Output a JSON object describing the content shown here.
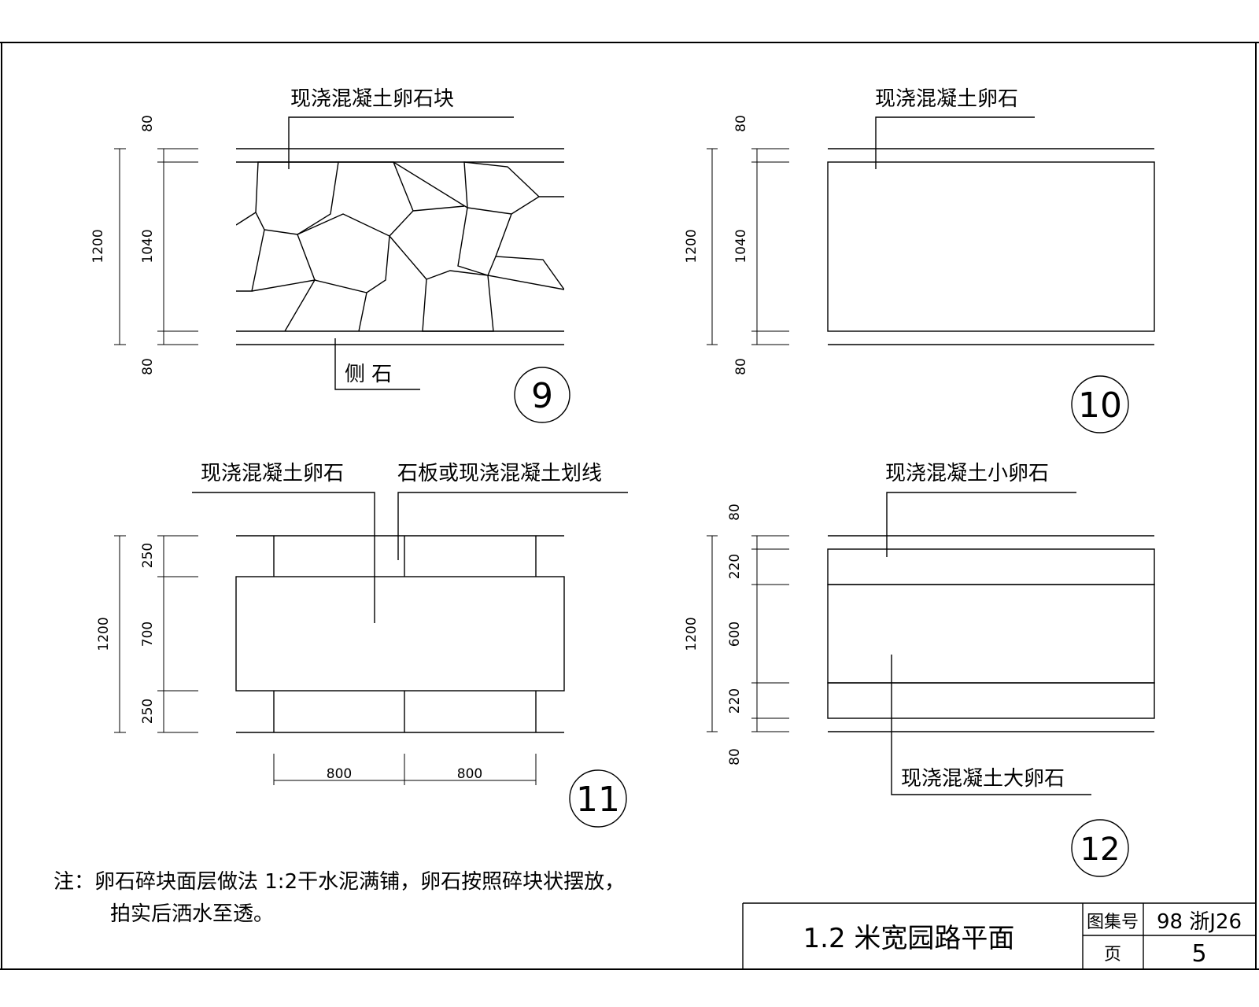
{
  "details": {
    "d9": {
      "number": "9",
      "label_top": "现浇混凝土卵石块",
      "label_bottom": "侧 石",
      "dims": {
        "total": "1200",
        "mid": "1040",
        "top": "80",
        "bottom": "80"
      }
    },
    "d10": {
      "number": "10",
      "label_top": "现浇混凝土卵石",
      "dims": {
        "total": "1200",
        "mid": "1040",
        "top": "80",
        "bottom": "80"
      }
    },
    "d11": {
      "number": "11",
      "label_left": "现浇混凝土卵石",
      "label_right": "石板或现浇混凝土划线",
      "dims": {
        "total": "1200",
        "top": "250",
        "mid": "700",
        "bottom": "250",
        "w1": "800",
        "w2": "800"
      }
    },
    "d12": {
      "number": "12",
      "label_top": "现浇混凝土小卵石",
      "label_bottom": "现浇混凝土大卵石",
      "dims": {
        "total": "1200",
        "top": "80",
        "a": "220",
        "mid": "600",
        "b": "220",
        "bottom": "80"
      }
    }
  },
  "note": {
    "line1": "注：卵石碎块面层做法 1:2干水泥满铺，卵石按照碎块状摆放，",
    "line2": "拍实后洒水至透。"
  },
  "title_block": {
    "title": "1.2 米宽园路平面",
    "atlas_label": "图集号",
    "atlas_value": "98 浙J26",
    "page_label": "页",
    "page_value": "5"
  }
}
